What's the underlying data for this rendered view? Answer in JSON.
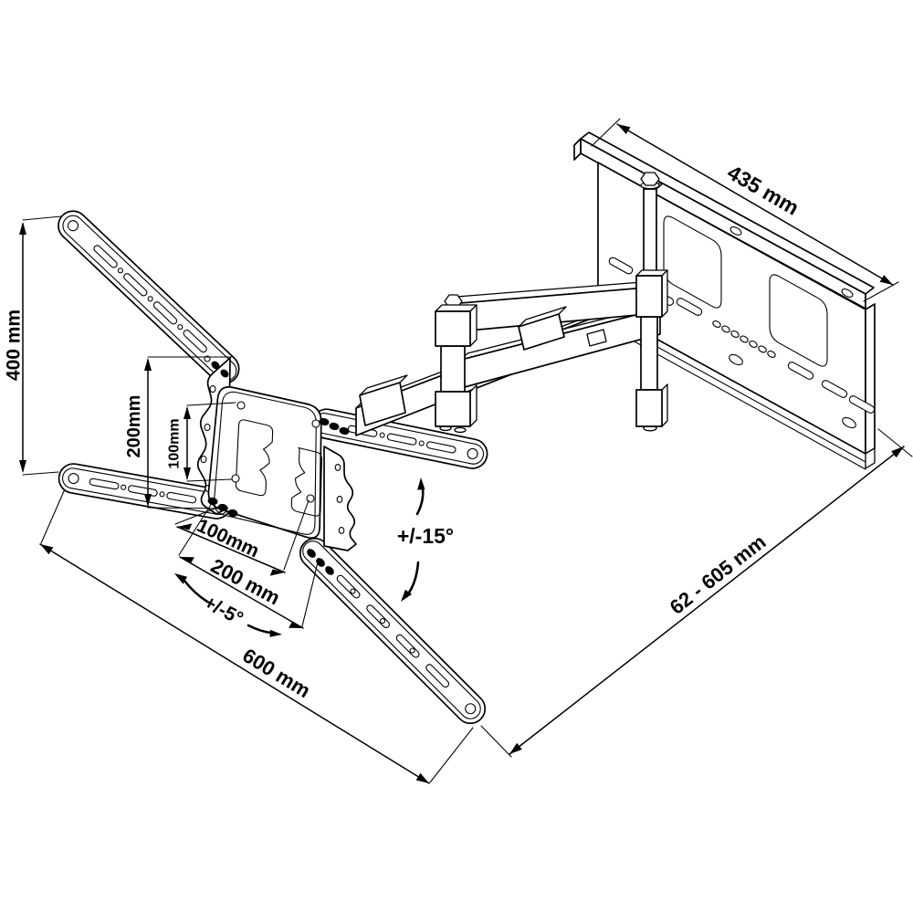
{
  "colors": {
    "background": "#ffffff",
    "line": "#000000",
    "text": "#000000"
  },
  "dimensions": {
    "wall_plate_width": "435 mm",
    "bracket_max_height": "400 mm",
    "adapter_plate_height": "200mm",
    "vesa_pitch_vertical": "100mm",
    "vesa_pitch_horizontal": "100mm",
    "vesa_pitch_horizontal_max": "200 mm",
    "bracket_max_width": "600 mm",
    "wall_distance_range": "62 - 605 mm",
    "swivel_range": "+/-15°",
    "tilt_range": "+/-5°"
  }
}
